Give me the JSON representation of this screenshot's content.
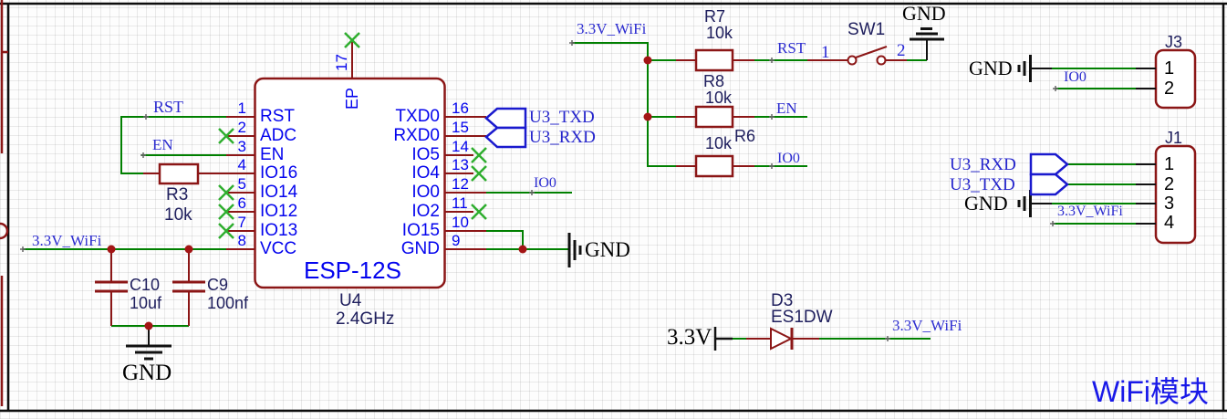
{
  "title_block": {
    "module_title": "WiFi模块"
  },
  "colors": {
    "wire": "#008000",
    "component_outline": "#8b1616",
    "pin_text": "#0404ee",
    "net_label": "#2d2dd0",
    "no_connect": "#2fae2f",
    "junction": "#a31515",
    "title_blue": "#1919e8"
  },
  "esp12s": {
    "designator": "U4",
    "comment": "2.4GHz",
    "part_name": "ESP-12S",
    "ep_pin": {
      "number": "17",
      "name": "EP"
    },
    "left_pins": [
      {
        "number": "1",
        "name": "RST"
      },
      {
        "number": "2",
        "name": "ADC"
      },
      {
        "number": "3",
        "name": "EN"
      },
      {
        "number": "4",
        "name": "IO16"
      },
      {
        "number": "5",
        "name": "IO14"
      },
      {
        "number": "6",
        "name": "IO12"
      },
      {
        "number": "7",
        "name": "IO13"
      },
      {
        "number": "8",
        "name": "VCC"
      }
    ],
    "right_pins": [
      {
        "number": "16",
        "name": "TXD0"
      },
      {
        "number": "15",
        "name": "RXD0"
      },
      {
        "number": "14",
        "name": "IO5"
      },
      {
        "number": "13",
        "name": "IO4"
      },
      {
        "number": "12",
        "name": "IO0"
      },
      {
        "number": "11",
        "name": "IO2"
      },
      {
        "number": "10",
        "name": "IO15"
      },
      {
        "number": "9",
        "name": "GND"
      }
    ]
  },
  "resistors": {
    "r3": {
      "designator": "R3",
      "value": "10k"
    },
    "r7": {
      "designator": "R7",
      "value": "10k"
    },
    "r8": {
      "designator": "R8",
      "value": "10k"
    },
    "r6": {
      "designator": "R6",
      "value": "10k"
    }
  },
  "capacitors": {
    "c10": {
      "designator": "C10",
      "value": "10uf"
    },
    "c9": {
      "designator": "C9",
      "value": "100nf"
    }
  },
  "diode": {
    "designator": "D3",
    "value": "ES1DW"
  },
  "switch_sw1": {
    "designator": "SW1",
    "pin1": "1",
    "pin2": "2"
  },
  "connector_j3": {
    "designator": "J3",
    "pin_numbers": [
      "1",
      "2"
    ]
  },
  "connector_j1": {
    "designator": "J1",
    "pin_numbers": [
      "1",
      "2",
      "3",
      "4"
    ]
  },
  "net_labels": {
    "rst": "RST",
    "en": "EN",
    "io0": "IO0",
    "v33_wifi": "3.3V_WiFi",
    "u3_txd": "U3_TXD",
    "u3_rxd": "U3_RXD"
  },
  "power": {
    "gnd": "GND",
    "v33": "3.3V"
  }
}
